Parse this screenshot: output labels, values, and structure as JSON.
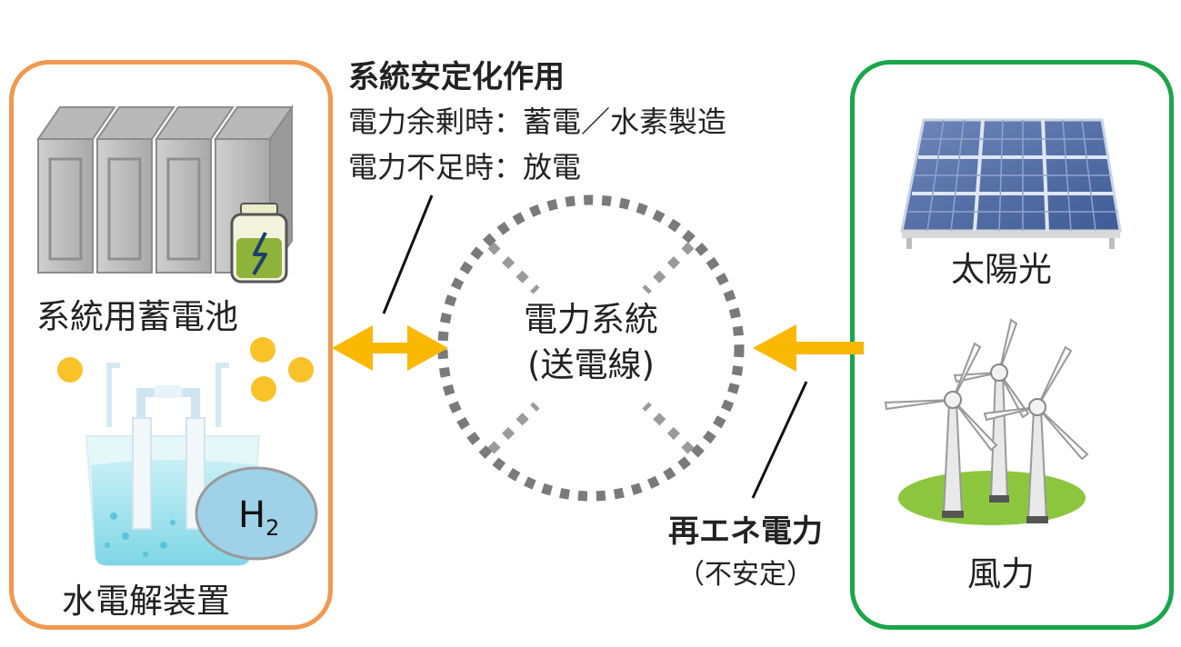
{
  "colors": {
    "storage_border": "#f0994f",
    "renewable_border": "#1aa64a",
    "arrow": "#fbb800",
    "grid_circle": "#7a7a7a"
  },
  "grid_stabilization": {
    "title": "系統安定化作用",
    "line1": "電力余剰時：蓄電／水素製造",
    "line2": "電力不足時：放電"
  },
  "storage": {
    "battery_label": "系統用蓄電池",
    "electrolyzer_label": "水電解装置",
    "h2_symbol": "H",
    "h2_subscript": "2"
  },
  "grid": {
    "label_line1": "電力系統",
    "label_line2": "(送電線)"
  },
  "renewable_note": {
    "title": "再エネ電力",
    "subtitle": "（不安定）"
  },
  "renewables": {
    "solar_label": "太陽光",
    "wind_label": "風力"
  },
  "icons": {
    "battery_rack": "battery-rack-icon",
    "battery_cell": "battery-cell-icon",
    "electrolyzer": "electrolyzer-icon",
    "solar_panel": "solar-panel-icon",
    "wind_turbines": "wind-turbines-icon"
  }
}
